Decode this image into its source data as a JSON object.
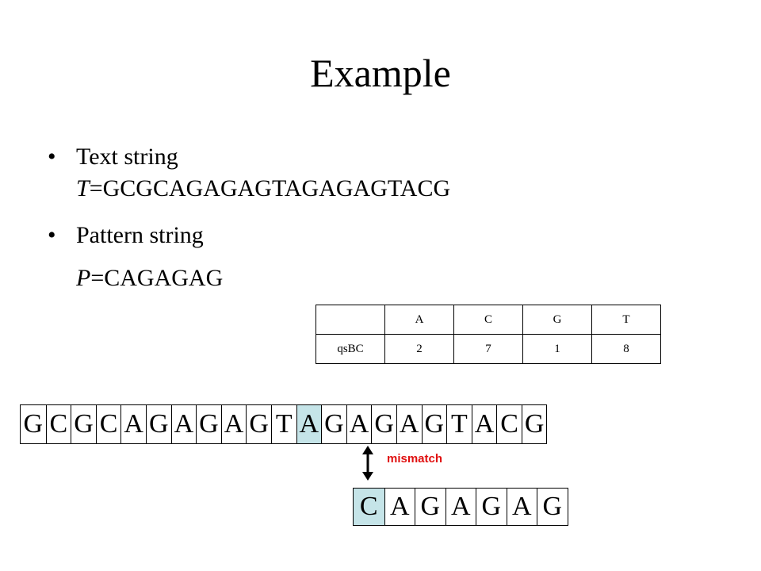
{
  "slide": {
    "title": "Example",
    "bullets": [
      {
        "label": "Text string",
        "var": "T",
        "value": "=GCGCAGAGAGTAGAGAGTACG"
      },
      {
        "label": "Pattern string",
        "var": "P",
        "value": "=CAGAGAG"
      }
    ]
  },
  "qs_table": {
    "headers": [
      "A",
      "C",
      "G",
      "T"
    ],
    "row_label": "qsBC",
    "values": [
      "2",
      "7",
      "1",
      "8"
    ]
  },
  "text_row": [
    "G",
    "C",
    "G",
    "C",
    "A",
    "G",
    "A",
    "G",
    "A",
    "G",
    "T",
    "A",
    "G",
    "A",
    "G",
    "A",
    "G",
    "T",
    "A",
    "C",
    "G"
  ],
  "text_highlight_index": 11,
  "pattern_row": [
    "C",
    "A",
    "G",
    "A",
    "G",
    "A",
    "G"
  ],
  "pattern_highlight_index": 0,
  "mismatch_label": "mismatch",
  "colors": {
    "highlight": "#c5e4e8",
    "mismatch": "#e01010"
  }
}
